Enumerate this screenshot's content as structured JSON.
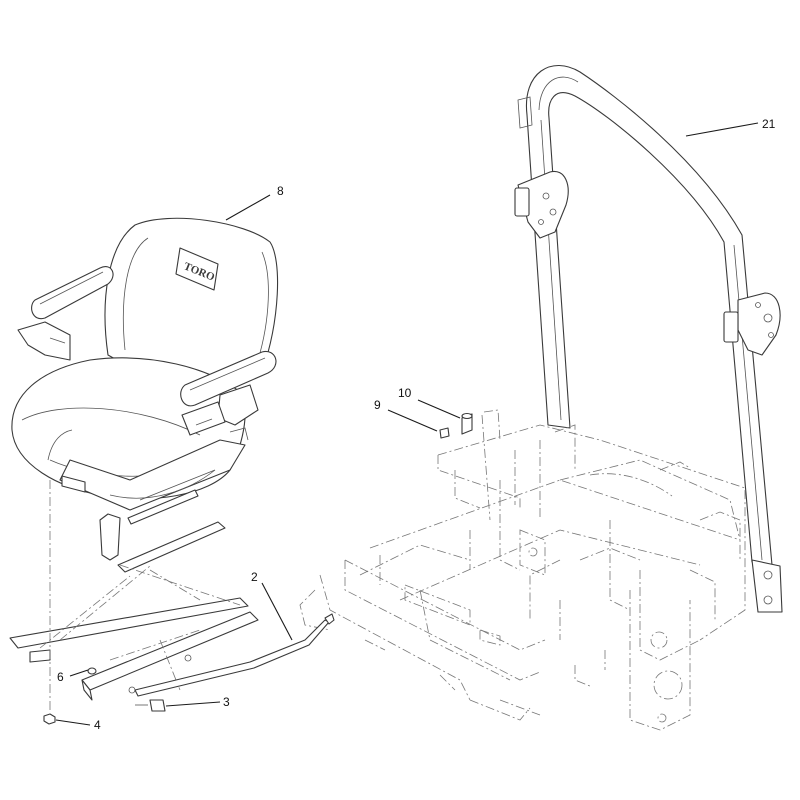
{
  "callouts": [
    {
      "id": "seat",
      "label": "8"
    },
    {
      "id": "rollbar",
      "label": "21"
    },
    {
      "id": "spacer",
      "label": "10"
    },
    {
      "id": "bolt-upper",
      "label": "9"
    },
    {
      "id": "rod",
      "label": "2"
    },
    {
      "id": "washer",
      "label": "6"
    },
    {
      "id": "bolt-lower",
      "label": "3"
    },
    {
      "id": "nut",
      "label": "4"
    }
  ],
  "seat_logo": "TORO"
}
